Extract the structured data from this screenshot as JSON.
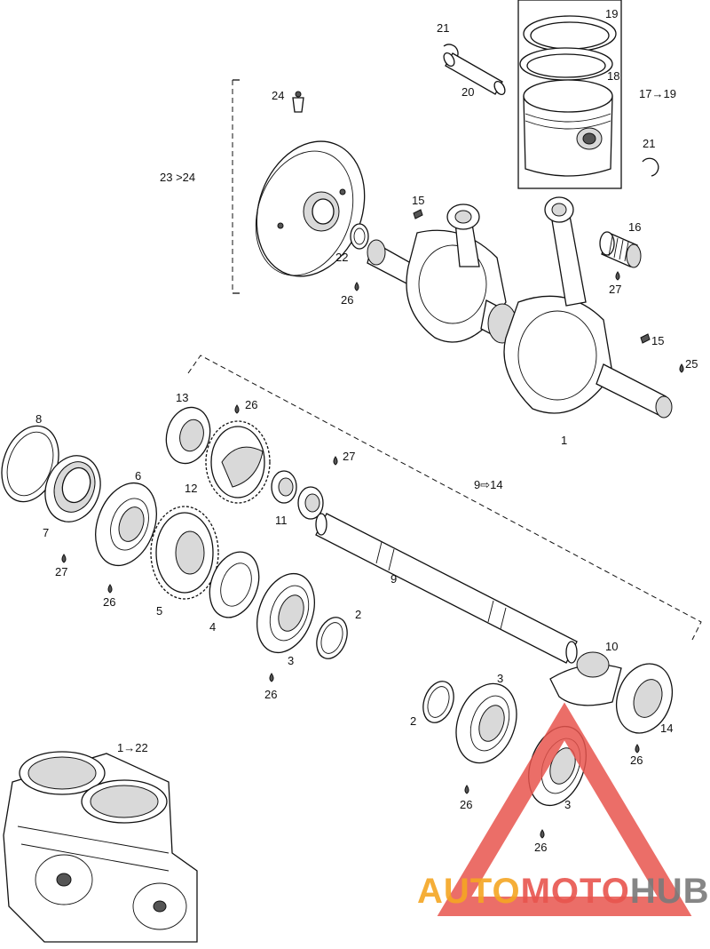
{
  "labels": {
    "l1": "1",
    "l1to22": "1→22",
    "l2a": "2",
    "l2b": "2",
    "l3a": "3",
    "l3b": "3",
    "l3c": "3",
    "l4": "4",
    "l5": "5",
    "l6": "6",
    "l7": "7",
    "l8": "8",
    "l9": "9",
    "l9to14": "9⇨14",
    "l10": "10",
    "l11": "11",
    "l12": "12",
    "l13": "13",
    "l14": "14",
    "l15a": "15",
    "l15b": "15",
    "l16": "16",
    "l17to19": "17→19",
    "l18": "18",
    "l19": "19",
    "l20": "20",
    "l21a": "21",
    "l21b": "21",
    "l22": "22",
    "l23to24": "23 >24",
    "l24": "24",
    "l25": "25",
    "l26a": "26",
    "l26b": "26",
    "l26c": "26",
    "l26d": "26",
    "l26e": "26",
    "l26f": "26",
    "l26g": "26",
    "l27a": "27",
    "l27b": "27",
    "l27c": "27"
  },
  "watermark": {
    "part1": "AUTO",
    "part2": "MOTO",
    "part3": "HUB",
    "color_orange": "#f5a623",
    "color_red": "#e8554e",
    "color_gray": "#7a7a7a"
  }
}
